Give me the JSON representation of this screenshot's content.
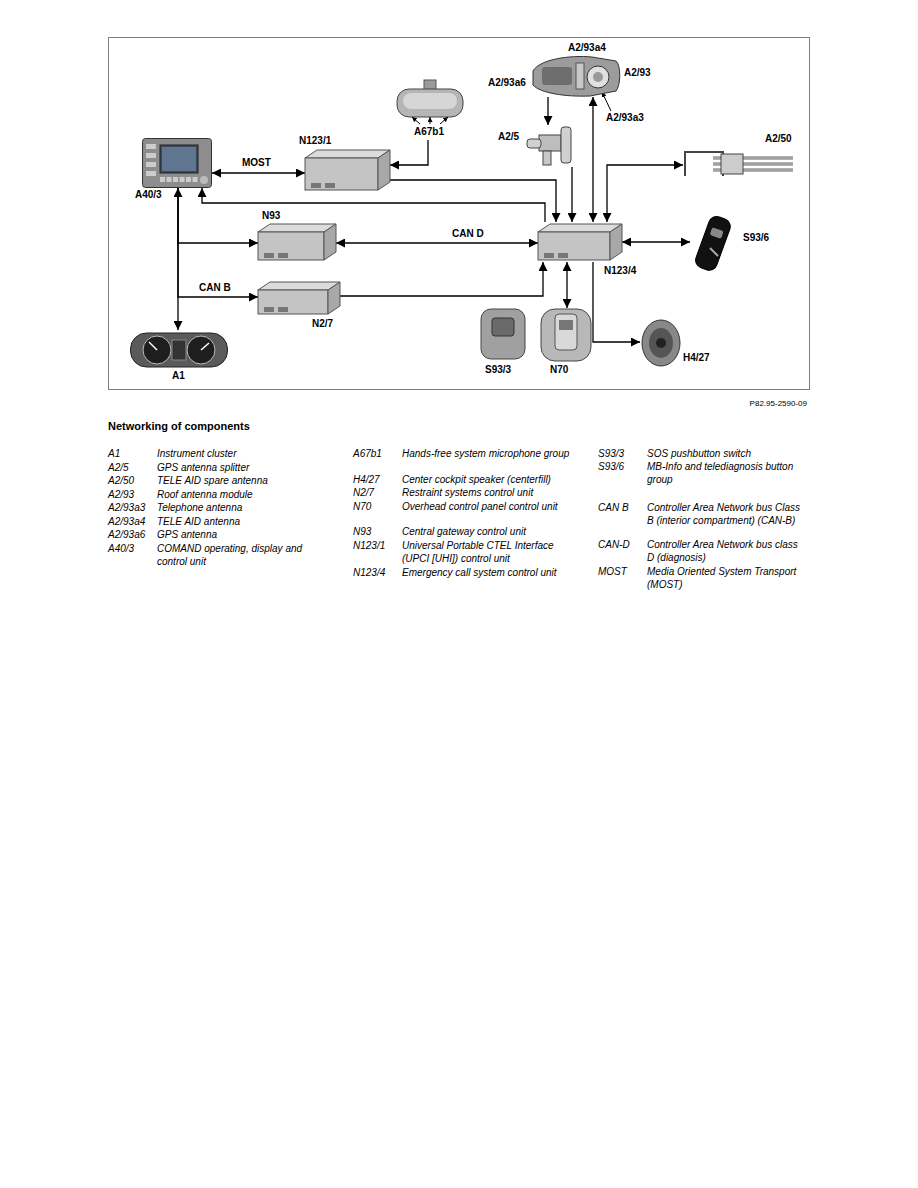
{
  "diagram": {
    "title": "Networking of components",
    "nodes": [
      {
        "text": [
          "A67b1"
        ]
      },
      {
        "text": [
          "A2/93"
        ]
      },
      {
        "text": [
          "A40/3"
        ]
      },
      {
        "text": [
          "N123/1"
        ]
      },
      {
        "text": [
          "A2/5"
        ]
      },
      {
        "text": [
          "A2/50"
        ]
      },
      {
        "text": [
          "N93"
        ]
      },
      {
        "text": [
          "N123/4"
        ]
      },
      {
        "text": [
          "S93/6"
        ]
      },
      {
        "text": [
          "N2/7"
        ]
      },
      {
        "text": [
          "A1"
        ]
      },
      {
        "text": [
          "S93/3"
        ]
      },
      {
        "text": [
          "N70"
        ]
      },
      {
        "text": [
          "H4/27"
        ]
      }
    ],
    "edges": [
      {
        "from": 2,
        "to": 3,
        "label": "MOST",
        "arrow": "both"
      },
      {
        "from": 0,
        "to": 3,
        "arrow": "to"
      },
      {
        "from": 3,
        "to": 7,
        "arrow": "to"
      },
      {
        "from": 7,
        "to": 2,
        "arrow": "to"
      },
      {
        "from": 1,
        "to": 4,
        "arrow": "to"
      },
      {
        "from": 4,
        "to": 7,
        "arrow": "to"
      },
      {
        "from": 1,
        "to": 7,
        "arrow": "both"
      },
      {
        "from": 7,
        "to": 5,
        "arrow": "both"
      },
      {
        "from": 6,
        "to": 7,
        "label": "CAN D",
        "arrow": "both"
      },
      {
        "from": 2,
        "to": 10,
        "arrow": "both"
      },
      {
        "from": 2,
        "to": 6,
        "arrow": "to"
      },
      {
        "from": 2,
        "to": 9,
        "label": "CAN B",
        "arrow": "to"
      },
      {
        "from": 9,
        "to": 7,
        "arrow": "to"
      },
      {
        "from": 7,
        "to": 8,
        "arrow": "both"
      },
      {
        "from": 7,
        "to": 12,
        "arrow": "both"
      },
      {
        "from": 7,
        "to": 13,
        "arrow": "to"
      }
    ],
    "labels": [
      "A2/93a4",
      "A2/93a6",
      "A2/93a3",
      "P82.95-2590-09",
      "A1",
      "Instrument cluster",
      "A2/5",
      "GPS antenna splitter",
      "A2/50",
      "TELE AID spare antenna",
      "A2/93",
      "Roof antenna module",
      "A2/93a3",
      "Telephone antenna",
      "A2/93a4",
      "TELE AID antenna",
      "A2/93a6",
      "GPS antenna",
      "A40/3",
      "COMAND operating, display and control unit",
      "A67b1",
      "Hands-free system microphone group",
      "H4/27",
      "Center cockpit speaker (centerfill)",
      "N2/7",
      "Restraint systems control unit",
      "N70",
      "Overhead control panel control unit",
      "N93",
      "Central gateway control unit",
      "N123/1",
      "Universal Portable CTEL Interface (UPCI [UHI]) control unit",
      "N123/4",
      "Emergency call system control unit",
      "S93/3",
      "SOS pushbutton switch",
      "S93/6",
      "MB-Info and telediagnosis button group",
      "CAN B",
      "Controller Area Network bus Class B (interior compartment) (CAN-B)",
      "CAN-D",
      "Controller Area Network bus class D (diagnosis)",
      "MOST",
      "Media Oriented System Transport (MOST)"
    ]
  }
}
